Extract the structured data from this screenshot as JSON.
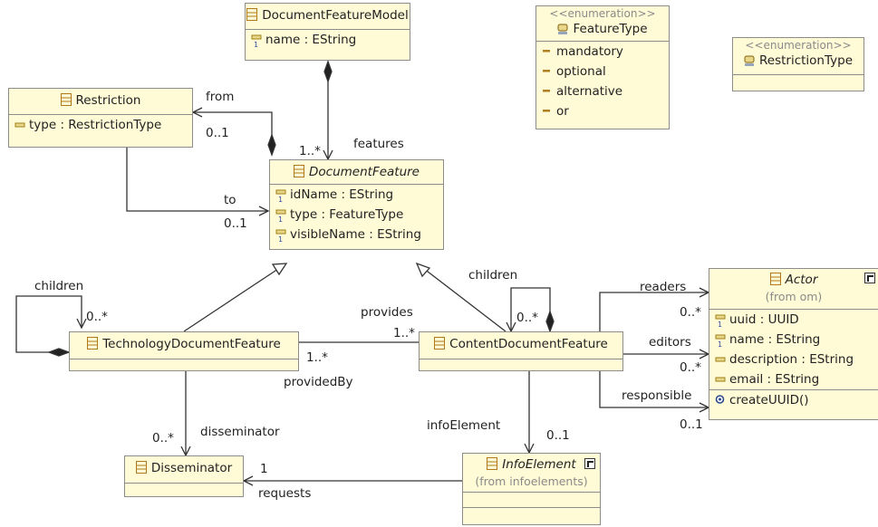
{
  "classes": {
    "document_feature_model": {
      "name": "DocumentFeatureModel",
      "attrs": [
        "name : EString"
      ]
    },
    "restriction": {
      "name": "Restriction",
      "attrs": [
        "type : RestrictionType"
      ]
    },
    "document_feature": {
      "name": "DocumentFeature",
      "attrs": [
        "idName : EString",
        "type : FeatureType",
        "visibleName : EString"
      ]
    },
    "feature_type": {
      "stereotype": "<<enumeration>>",
      "name": "FeatureType",
      "literals": [
        "mandatory",
        "optional",
        "alternative",
        "or"
      ]
    },
    "restriction_type": {
      "stereotype": "<<enumeration>>",
      "name": "RestrictionType"
    },
    "technology_document_feature": {
      "name": "TechnologyDocumentFeature"
    },
    "content_document_feature": {
      "name": "ContentDocumentFeature"
    },
    "actor": {
      "name": "Actor",
      "from": "(from om)",
      "attrs": [
        "uuid : UUID",
        "name : EString",
        "description : EString",
        "email : EString"
      ],
      "ops": [
        "createUUID()"
      ]
    },
    "disseminator": {
      "name": "Disseminator"
    },
    "info_element": {
      "name": "InfoElement",
      "from": "(from infoelements)"
    }
  },
  "labels": {
    "from": "from",
    "from_mult": "0..1",
    "features": "features",
    "features_mult": "1..*",
    "to": "to",
    "to_mult": "0..1",
    "children_tech": "children",
    "children_tech_mult": "0..*",
    "children_content": "children",
    "children_content_mult": "0..*",
    "provides": "provides",
    "provides_mult": "1..*",
    "provided_by": "providedBy",
    "provided_by_mult": "1..*",
    "readers": "readers",
    "readers_mult": "0..*",
    "editors": "editors",
    "editors_mult": "0..*",
    "responsible": "responsible",
    "responsible_mult": "0..1",
    "disseminator": "disseminator",
    "disseminator_mult": "0..*",
    "info_element": "infoElement",
    "info_element_mult": "0..1",
    "requests": "requests",
    "requests_mult": "1"
  },
  "colors": {
    "class_fill": "#fffbd6",
    "class_border": "#8c8c8c",
    "edge": "#333333",
    "stereotype_text": "#8a8a8a"
  },
  "icons": {
    "class": "class-icon",
    "attribute": "attribute-icon",
    "id_attribute": "id-attribute-icon",
    "literal": "literal-icon",
    "enum": "enumeration-icon",
    "operation": "operation-icon",
    "shortcut": "shortcut-icon"
  }
}
